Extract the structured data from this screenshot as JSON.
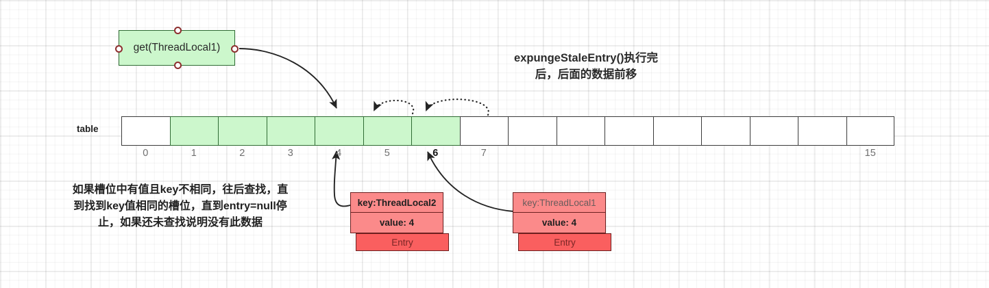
{
  "diagram": {
    "title_lines": [
      "expungeStaleEntry()执行完",
      "后，后面的数据前移"
    ],
    "get_box_label": "get(ThreadLocal1)",
    "table_label": "table",
    "note_lines": [
      "如果槽位中有值且key不相同，往后查找，直",
      "到找到key值相同的槽位，直到entry=null停",
      "止，如果还未查找说明没有此数据"
    ],
    "colors": {
      "green_fill": "#ccf7cc",
      "green_border": "#2f6b33",
      "entry_kv_fill": "#fb8a8a",
      "entry_bar_fill": "#fa5f5f",
      "entry_border": "#6b1f1f",
      "handle_ring": "#8c2d2d",
      "cell_border": "#3a3a3a"
    },
    "table_cells": [
      {
        "index": "0",
        "state": "empty"
      },
      {
        "index": "1",
        "state": "filled"
      },
      {
        "index": "2",
        "state": "filled"
      },
      {
        "index": "3",
        "state": "filled"
      },
      {
        "index": "4",
        "state": "filled"
      },
      {
        "index": "5",
        "state": "filled"
      },
      {
        "index": "6",
        "state": "filled"
      },
      {
        "index": "7",
        "state": "empty"
      },
      {
        "index": "8",
        "state": "empty"
      },
      {
        "index": "9",
        "state": "empty"
      },
      {
        "index": "10",
        "state": "empty"
      },
      {
        "index": "11",
        "state": "empty"
      },
      {
        "index": "12",
        "state": "empty"
      },
      {
        "index": "13",
        "state": "empty"
      },
      {
        "index": "14",
        "state": "empty"
      },
      {
        "index": "15",
        "state": "empty"
      }
    ],
    "index_labels_shown": [
      "0",
      "1",
      "2",
      "3",
      "4",
      "5",
      "6",
      "7",
      "15"
    ],
    "highlighted_index": "6",
    "entries": [
      {
        "id": "entry-threadlocal2",
        "key": "key:ThreadLocal2",
        "value": "value: 4",
        "footer": "Entry",
        "key_style": "bold",
        "points_to_index": "4"
      },
      {
        "id": "entry-threadlocal1",
        "key": "key:ThreadLocal1",
        "value": "value: 4",
        "footer": "Entry",
        "key_style": "plain",
        "points_to_index": "6"
      }
    ],
    "shift_arrows": [
      {
        "from_index": "6",
        "to_index": "5",
        "style": "dotted"
      },
      {
        "from_index": "7",
        "to_index": "6",
        "style": "dotted"
      }
    ]
  }
}
